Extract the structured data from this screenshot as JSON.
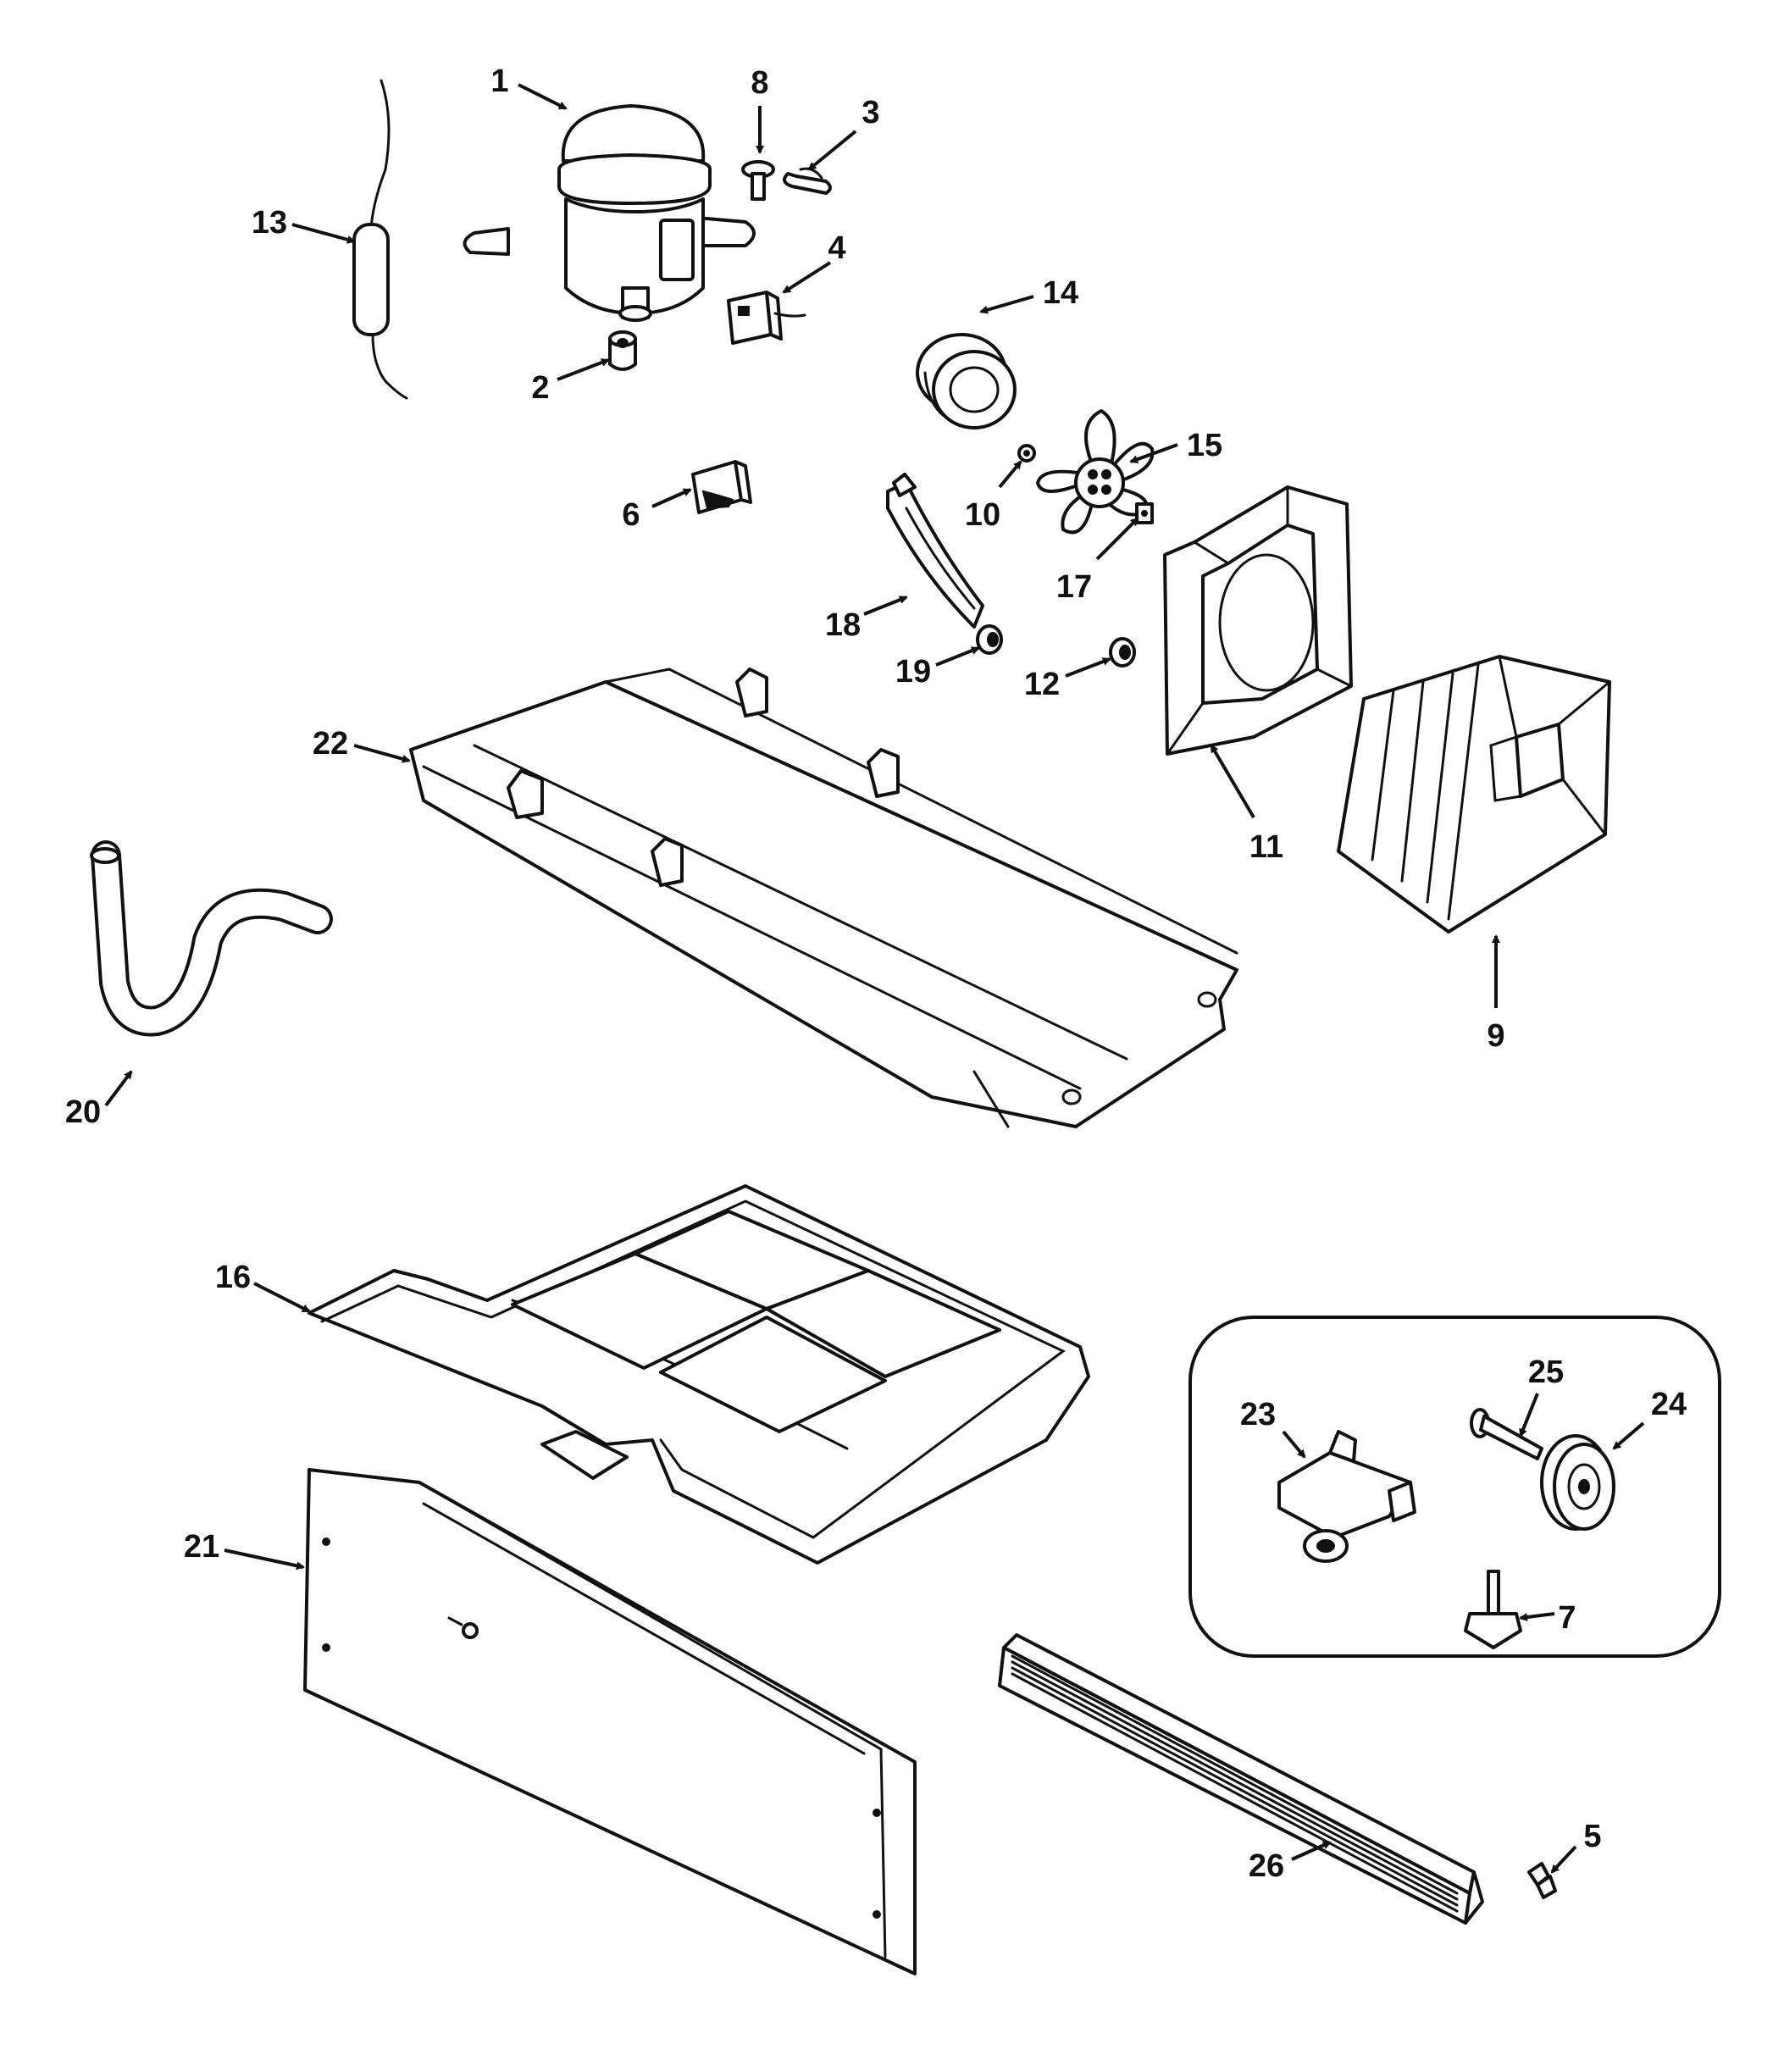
{
  "callouts": [
    {
      "id": "1",
      "label": "1"
    },
    {
      "id": "2",
      "label": "2"
    },
    {
      "id": "3",
      "label": "3"
    },
    {
      "id": "4",
      "label": "4"
    },
    {
      "id": "5",
      "label": "5"
    },
    {
      "id": "6",
      "label": "6"
    },
    {
      "id": "7",
      "label": "7"
    },
    {
      "id": "8",
      "label": "8"
    },
    {
      "id": "9",
      "label": "9"
    },
    {
      "id": "10",
      "label": "10"
    },
    {
      "id": "11",
      "label": "11"
    },
    {
      "id": "12",
      "label": "12"
    },
    {
      "id": "13",
      "label": "13"
    },
    {
      "id": "14",
      "label": "14"
    },
    {
      "id": "15",
      "label": "15"
    },
    {
      "id": "16",
      "label": "16"
    },
    {
      "id": "17",
      "label": "17"
    },
    {
      "id": "18",
      "label": "18"
    },
    {
      "id": "19",
      "label": "19"
    },
    {
      "id": "20",
      "label": "20"
    },
    {
      "id": "21",
      "label": "21"
    },
    {
      "id": "22",
      "label": "22"
    },
    {
      "id": "23",
      "label": "23"
    },
    {
      "id": "24",
      "label": "24"
    },
    {
      "id": "25",
      "label": "25"
    },
    {
      "id": "26",
      "label": "26"
    }
  ],
  "colors": {
    "line": "#111111",
    "background": "#ffffff"
  }
}
